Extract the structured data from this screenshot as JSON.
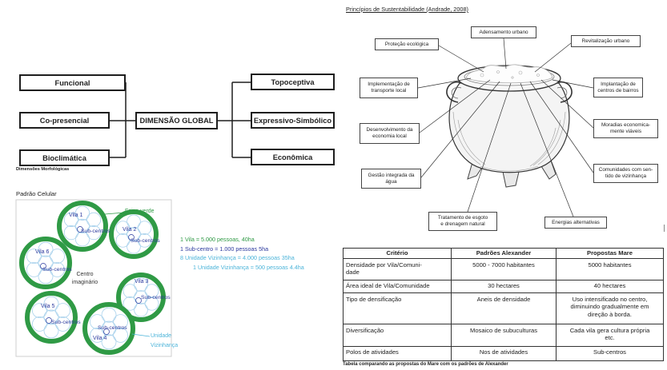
{
  "dimensoes": {
    "left_boxes": [
      "Funcional",
      "Co-presencial",
      "Bioclimática"
    ],
    "center_box": "DIMENSÃO GLOBAL",
    "right_boxes": [
      "Topoceptiva",
      "Expressivo-Simbólico",
      "Econômica"
    ],
    "caption": "Dimensões Morfológicas"
  },
  "sustentabilidade": {
    "title": "Princípios de Sustentabilidade (Andrade, 2008)",
    "labels": {
      "adensamento_urbano": "Adensamento urbano",
      "protecao_ecologica": "Proteção ecológica",
      "revitalizacao_urbano": "Revitalização urbano",
      "transporte_local": "Implementação de\ntransporte local",
      "centros_de_bairros": "Implantação de\ncentros de bairros",
      "economia_local": "Desenvolvimento da\neconomia local",
      "moradias": "Moradias economica-\nmente viáveis",
      "gestao_agua": "Gestão integrada da\nágua",
      "comunidades": "Comunidades com sen-\ntido de vizinhança",
      "tratamento_esgoto": "Tratamento de esgoto\ne drenagem natural",
      "energias": "Energias alternativas"
    }
  },
  "padrao_celular": {
    "title": "Padrão Celular",
    "vilas": [
      "Vila 1",
      "Vila 2",
      "Vila 3",
      "Vila 4",
      "Vila 5",
      "Vila 6"
    ],
    "sub_centros": "Sub-centros",
    "centro": "Centro\nimaginário",
    "faixa_verde": "Faixa verde",
    "unidade_vizinhanca": "Unidade\nVizinhança",
    "legend": [
      "1 Vila = 5.000 pessoas, 40ha",
      "1 Sub-centro = 1.000 pessoas 5ha",
      "8 Unidade Vizinhança = 4.000 pessoas 35ha",
      "1 Unidade Vizinhança = 500 pessoas 4.4ha"
    ],
    "colors": {
      "faixa_verde": "#2f9a45",
      "vila_label": "#2c3a9e",
      "unidade": "#4cb4d9",
      "unidade_circle": "#a9d2ec"
    }
  },
  "tabela": {
    "headers": [
      "Critério",
      "Padrões Alexander",
      "Propostas Mare"
    ],
    "rows": [
      [
        "Densidade por Vila/Comuni-\ndade",
        "5000 - 7000 habitantes",
        "5000 habitantes"
      ],
      [
        "Área ideal de Vila/Comunidade",
        "30 hectares",
        "40 hectares"
      ],
      [
        "Tipo de densificação",
        "Aneis de densidade",
        "Uso intensificado no centro,\ndiminuindo gradualmente em\ndireção à borda."
      ],
      [
        "Diversificação",
        "Mosaico de subuculturas",
        "Cada vila gera cultura própria\netc."
      ],
      [
        "Polos de atividades",
        "Nos de atividades",
        "Sub-centros"
      ]
    ],
    "caption": "Tabela comparando as propostas do Mare com os padrões de Alexander"
  }
}
